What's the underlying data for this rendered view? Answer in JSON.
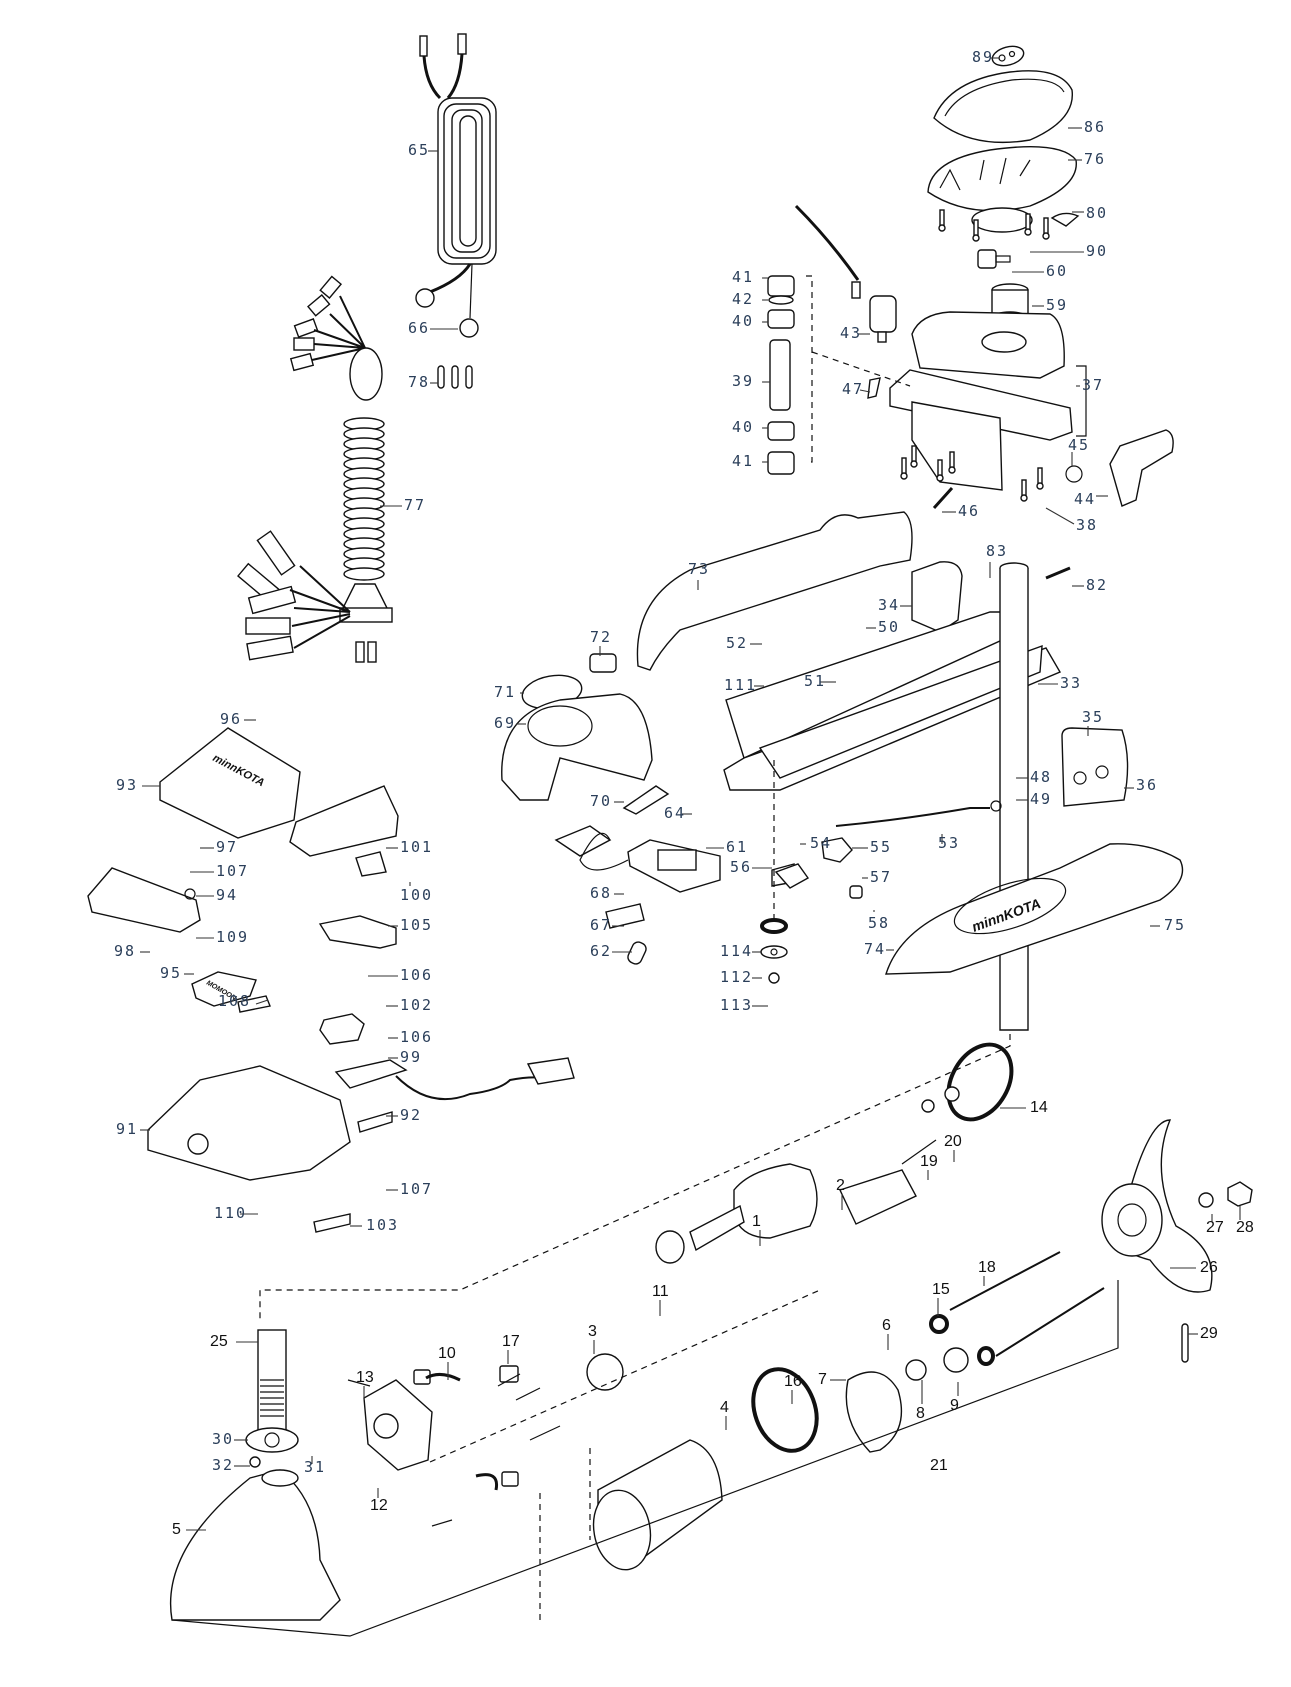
{
  "diagram": {
    "type": "exploded-parts-diagram",
    "subject": "Trolling motor assembly",
    "brand_marks": {
      "foot_pedal_logo": "minnKOTA",
      "mount_logo": "minnKOTA",
      "pedal_badge": "MOMOON"
    },
    "callouts": [
      {
        "id": "89",
        "label": "89"
      },
      {
        "id": "86",
        "label": "86"
      },
      {
        "id": "76",
        "label": "76"
      },
      {
        "id": "80",
        "label": "80"
      },
      {
        "id": "90",
        "label": "90"
      },
      {
        "id": "60",
        "label": "60"
      },
      {
        "id": "59",
        "label": "59"
      },
      {
        "id": "37",
        "label": "37"
      },
      {
        "id": "45",
        "label": "45"
      },
      {
        "id": "44",
        "label": "44"
      },
      {
        "id": "38",
        "label": "38"
      },
      {
        "id": "46",
        "label": "46"
      },
      {
        "id": "41a",
        "label": "41"
      },
      {
        "id": "42",
        "label": "42"
      },
      {
        "id": "40a",
        "label": "40"
      },
      {
        "id": "39",
        "label": "39"
      },
      {
        "id": "40b",
        "label": "40"
      },
      {
        "id": "41b",
        "label": "41"
      },
      {
        "id": "43",
        "label": "43"
      },
      {
        "id": "47",
        "label": "47"
      },
      {
        "id": "65",
        "label": "65"
      },
      {
        "id": "66",
        "label": "66"
      },
      {
        "id": "78",
        "label": "78"
      },
      {
        "id": "77",
        "label": "77"
      },
      {
        "id": "73",
        "label": "73"
      },
      {
        "id": "83",
        "label": "83"
      },
      {
        "id": "82",
        "label": "82"
      },
      {
        "id": "34",
        "label": "34"
      },
      {
        "id": "50",
        "label": "50"
      },
      {
        "id": "52",
        "label": "52"
      },
      {
        "id": "51",
        "label": "51"
      },
      {
        "id": "72",
        "label": "72"
      },
      {
        "id": "111",
        "label": "111"
      },
      {
        "id": "33",
        "label": "33"
      },
      {
        "id": "71",
        "label": "71"
      },
      {
        "id": "69",
        "label": "69"
      },
      {
        "id": "35",
        "label": "35"
      },
      {
        "id": "36",
        "label": "36"
      },
      {
        "id": "48",
        "label": "48"
      },
      {
        "id": "49",
        "label": "49"
      },
      {
        "id": "70",
        "label": "70"
      },
      {
        "id": "64",
        "label": "64"
      },
      {
        "id": "61",
        "label": "61"
      },
      {
        "id": "53",
        "label": "53"
      },
      {
        "id": "54",
        "label": "54"
      },
      {
        "id": "55",
        "label": "55"
      },
      {
        "id": "56",
        "label": "56"
      },
      {
        "id": "57",
        "label": "57"
      },
      {
        "id": "58",
        "label": "58"
      },
      {
        "id": "75",
        "label": "75"
      },
      {
        "id": "68",
        "label": "68"
      },
      {
        "id": "67",
        "label": "67"
      },
      {
        "id": "62",
        "label": "62"
      },
      {
        "id": "74",
        "label": "74"
      },
      {
        "id": "114",
        "label": "114"
      },
      {
        "id": "112",
        "label": "112"
      },
      {
        "id": "113",
        "label": "113"
      },
      {
        "id": "96",
        "label": "96"
      },
      {
        "id": "93",
        "label": "93"
      },
      {
        "id": "101",
        "label": "101"
      },
      {
        "id": "97",
        "label": "97"
      },
      {
        "id": "107a",
        "label": "107"
      },
      {
        "id": "94",
        "label": "94"
      },
      {
        "id": "100",
        "label": "100"
      },
      {
        "id": "105",
        "label": "105"
      },
      {
        "id": "109",
        "label": "109"
      },
      {
        "id": "98",
        "label": "98"
      },
      {
        "id": "95",
        "label": "95"
      },
      {
        "id": "106a",
        "label": "106"
      },
      {
        "id": "108",
        "label": "108"
      },
      {
        "id": "102",
        "label": "102"
      },
      {
        "id": "106b",
        "label": "106"
      },
      {
        "id": "99",
        "label": "99"
      },
      {
        "id": "92",
        "label": "92"
      },
      {
        "id": "91",
        "label": "91"
      },
      {
        "id": "107b",
        "label": "107"
      },
      {
        "id": "110",
        "label": "110"
      },
      {
        "id": "103",
        "label": "103"
      },
      {
        "id": "14",
        "label": "14"
      },
      {
        "id": "20",
        "label": "20"
      },
      {
        "id": "19",
        "label": "19"
      },
      {
        "id": "2",
        "label": "2"
      },
      {
        "id": "1",
        "label": "1"
      },
      {
        "id": "27",
        "label": "27"
      },
      {
        "id": "28",
        "label": "28"
      },
      {
        "id": "26",
        "label": "26"
      },
      {
        "id": "18",
        "label": "18"
      },
      {
        "id": "15",
        "label": "15"
      },
      {
        "id": "11",
        "label": "11"
      },
      {
        "id": "6",
        "label": "6"
      },
      {
        "id": "29",
        "label": "29"
      },
      {
        "id": "25",
        "label": "25"
      },
      {
        "id": "10",
        "label": "10"
      },
      {
        "id": "17",
        "label": "17"
      },
      {
        "id": "3",
        "label": "3"
      },
      {
        "id": "13",
        "label": "13"
      },
      {
        "id": "7",
        "label": "7"
      },
      {
        "id": "8",
        "label": "8"
      },
      {
        "id": "9",
        "label": "9"
      },
      {
        "id": "16",
        "label": "16"
      },
      {
        "id": "4",
        "label": "4"
      },
      {
        "id": "30",
        "label": "30"
      },
      {
        "id": "31",
        "label": "31"
      },
      {
        "id": "32",
        "label": "32"
      },
      {
        "id": "21",
        "label": "21"
      },
      {
        "id": "12",
        "label": "12"
      },
      {
        "id": "5",
        "label": "5"
      }
    ]
  }
}
